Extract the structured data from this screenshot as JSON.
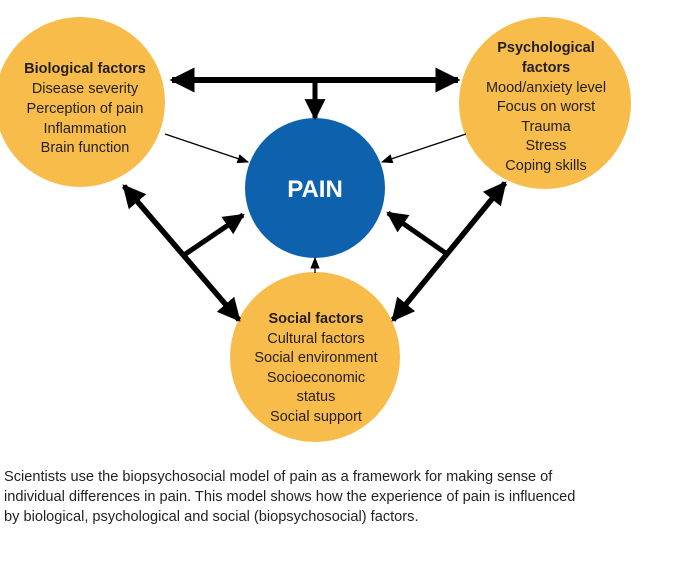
{
  "diagram": {
    "center": {
      "label": "PAIN",
      "color": "#0e62ad",
      "text_color": "#ffffff"
    },
    "factor_color": "#f8bc4b",
    "arrow_color": "#000000",
    "nodes": {
      "biological": {
        "title": "Biological factors",
        "items": [
          "Disease severity",
          "Perception of pain",
          "Inflammation",
          "Brain function"
        ]
      },
      "psychological": {
        "title_lines": [
          "Psychological",
          "factors"
        ],
        "items": [
          "Mood/anxiety level",
          "Focus on worst",
          "Trauma",
          "Stress",
          "Coping skills"
        ]
      },
      "social": {
        "title": "Social factors",
        "items": [
          "Cultural factors",
          "Social environment",
          "Socioeconomic",
          "status",
          "Social support"
        ]
      }
    },
    "connections": [
      {
        "from": "biological",
        "to": "psychological",
        "type": "bidirectional-thick",
        "branch_to": "pain"
      },
      {
        "from": "biological",
        "to": "pain",
        "type": "thin"
      },
      {
        "from": "psychological",
        "to": "pain",
        "type": "thin"
      },
      {
        "from": "social",
        "to": "pain",
        "type": "thin"
      },
      {
        "from": "biological",
        "to": "social",
        "type": "bidirectional-thick",
        "branch_to": "pain"
      },
      {
        "from": "psychological",
        "to": "social",
        "type": "bidirectional-thick",
        "branch_to": "pain"
      }
    ]
  },
  "caption": {
    "lines": [
      "Scientists use the biopsychosocial model of pain as a framework for making sense of",
      "individual differences in pain. This model shows how the experience of pain is influenced",
      "by biological, psychological and social (biopsychosocial) factors."
    ]
  }
}
